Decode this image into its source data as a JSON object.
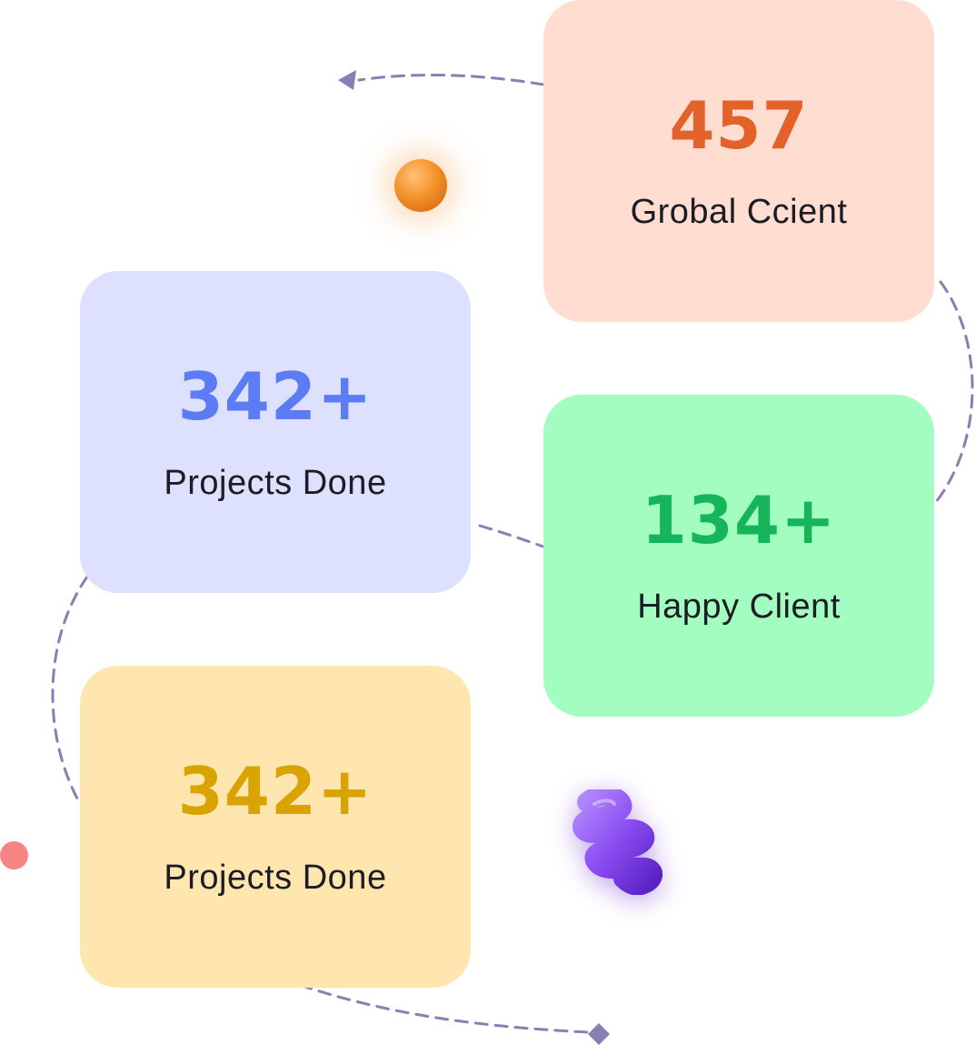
{
  "stats": [
    {
      "value": "457",
      "label": "Grobal Ccient"
    },
    {
      "value": "342+",
      "label": "Projects Done"
    },
    {
      "value": "134+",
      "label": "Happy Client"
    },
    {
      "value": "342+",
      "label": "Projects Done"
    }
  ],
  "colors": {
    "global_card_bg": "#ffddd0",
    "global_value": "#e3622a",
    "projects_card_bg": "#dde1fd",
    "projects_value": "#5b7cf5",
    "happy_card_bg": "#a3fdc0",
    "happy_value": "#17b55a",
    "projects2_card_bg": "#fee6ae",
    "projects2_value": "#d9a302",
    "connector_stroke": "#8a7fb4",
    "label_text": "#1c1c24",
    "orb": "#f4922a",
    "dot": "#f98484",
    "spiral": "#8a4cf0"
  },
  "decorations": {
    "orb_icon": "orange-sphere",
    "dot_icon": "pink-dot",
    "spiral_icon": "purple-spiral",
    "arrow_icon": "arrowhead",
    "diamond_icon": "diamond"
  }
}
